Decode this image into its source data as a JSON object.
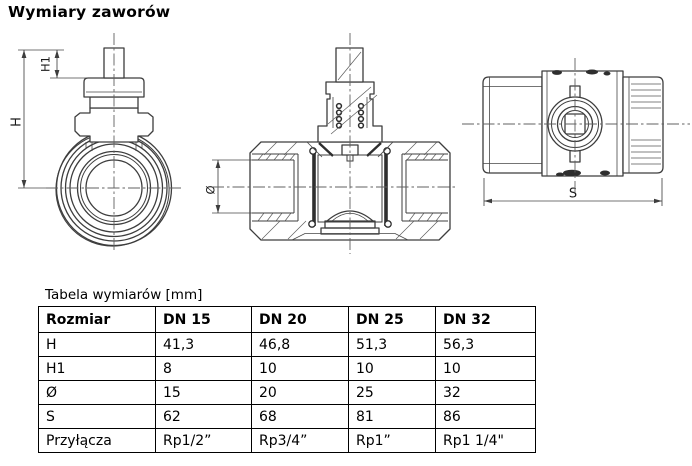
{
  "title": "Wymiary zaworów",
  "drawing": {
    "views": [
      "front-view",
      "section-view",
      "top-view"
    ],
    "labels": {
      "h": "H",
      "h1": "H1",
      "diameter": "Ø",
      "s": "S"
    }
  },
  "table": {
    "caption": "Tabela wymiarów [mm]",
    "columns": [
      "Rozmiar",
      "DN 15",
      "DN 20",
      "DN 25",
      "DN 32"
    ],
    "rows": [
      {
        "label": "H",
        "values": [
          "41,3",
          "46,8",
          "51,3",
          "56,3"
        ]
      },
      {
        "label": "H1",
        "values": [
          "8",
          "10",
          "10",
          "10"
        ]
      },
      {
        "label": "Ø",
        "values": [
          "15",
          "20",
          "25",
          "32"
        ]
      },
      {
        "label": "S",
        "values": [
          "62",
          "68",
          "81",
          "86"
        ]
      },
      {
        "label": "Przyłącza",
        "values": [
          "Rp1/2”",
          "Rp3/4”",
          "Rp1”",
          "Rp1 1/4\""
        ]
      }
    ]
  },
  "colors": {
    "background": "#ffffff",
    "line": "#3d3d3d",
    "text": "#000000",
    "table_border": "#000000"
  }
}
